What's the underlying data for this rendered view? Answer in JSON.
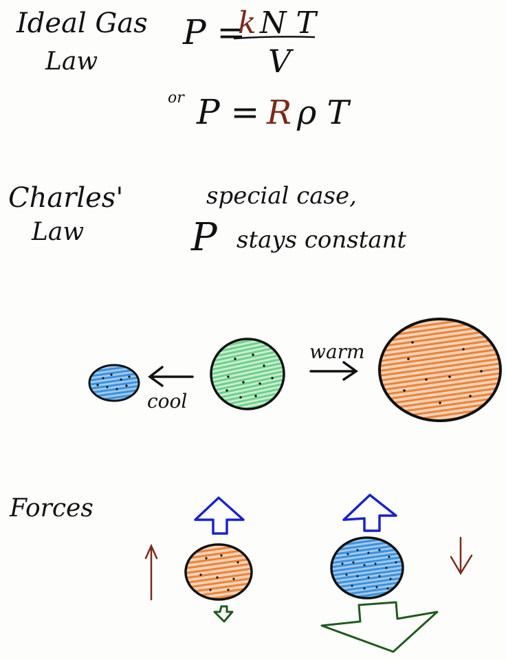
{
  "ideal_gas": {
    "title_line1": "Ideal Gas",
    "title_line2": "Law",
    "eq1_lhs": "P =",
    "eq1_k": "k",
    "eq1_num_rest": "N T",
    "eq1_den": "V",
    "or": "or",
    "eq2_lhs": "P =",
    "eq2_R": "R",
    "eq2_rest": "ρ T"
  },
  "charles": {
    "title_line1": "Charles'",
    "title_line2": "Law",
    "note_line1": "special case,",
    "note_P": "P",
    "note_line2": "stays constant"
  },
  "balloons": {
    "cool_label": "cool",
    "warm_label": "warm"
  },
  "forces": {
    "title": "Forces"
  },
  "colors": {
    "ink": "#111111",
    "brown": "#7a2a1a",
    "blue_fill": "#3f8fd8",
    "green_fill": "#6fcf8a",
    "orange_fill": "#e8833a",
    "blue_arrow": "#1a22c9",
    "green_arrow": "#1f5a1f"
  }
}
